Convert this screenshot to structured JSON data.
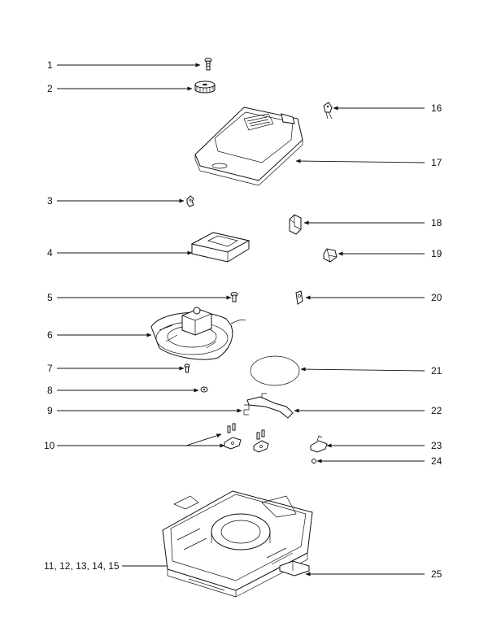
{
  "callouts": [
    {
      "label": "1"
    },
    {
      "label": "2"
    },
    {
      "label": "3"
    },
    {
      "label": "4"
    },
    {
      "label": "5"
    },
    {
      "label": "6"
    },
    {
      "label": "7"
    },
    {
      "label": "8"
    },
    {
      "label": "9"
    },
    {
      "label": "10"
    },
    {
      "label": "11, 12, 13, 14, 15"
    },
    {
      "label": "16"
    },
    {
      "label": "17"
    },
    {
      "label": "18"
    },
    {
      "label": "19"
    },
    {
      "label": "20"
    },
    {
      "label": "21"
    },
    {
      "label": "22"
    },
    {
      "label": "23"
    },
    {
      "label": "24"
    },
    {
      "label": "25"
    }
  ]
}
